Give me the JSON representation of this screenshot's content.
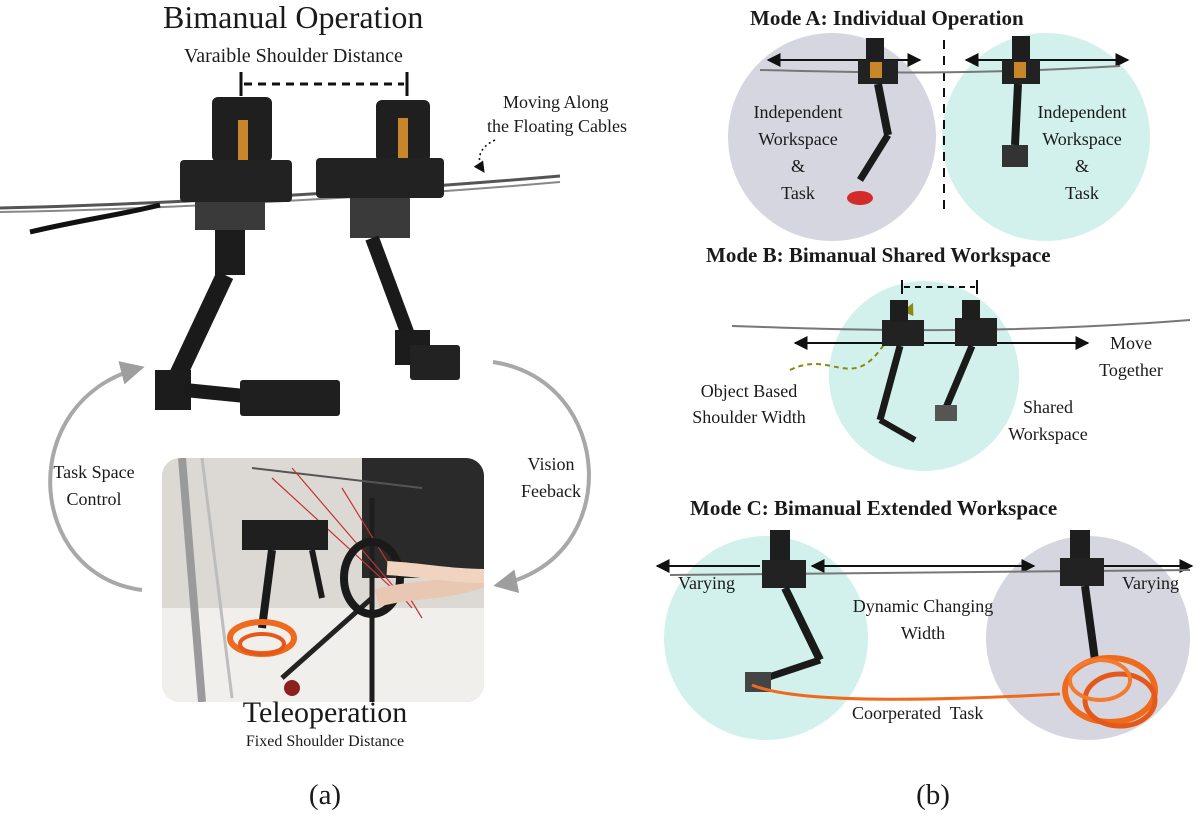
{
  "panel_a": {
    "title": "Bimanual Operation",
    "shoulder_label": "Varaible Shoulder Distance",
    "moving_label_1": "Moving Along",
    "moving_label_2": "the Floating Cables",
    "task_label_1": "Task Space",
    "task_label_2": "Control",
    "vision_label_1": "Vision",
    "vision_label_2": "Feeback",
    "teleop_title": "Teleoperation",
    "teleop_sub": "Fixed Shoulder Distance",
    "caption": "(a)"
  },
  "panel_b": {
    "mode_a": {
      "title": "Mode A: Individual Operation",
      "left_1": "Independent",
      "left_2": "Workspace",
      "left_3": "&",
      "left_4": "Task",
      "right_1": "Independent",
      "right_2": "Workspace",
      "right_3": "&",
      "right_4": "Task"
    },
    "mode_b": {
      "title": "Mode B: Bimanual Shared Workspace",
      "move_1": "Move",
      "move_2": "Together",
      "object_1": "Object Based",
      "object_2": "Shoulder Width",
      "shared_1": "Shared",
      "shared_2": "Workspace"
    },
    "mode_c": {
      "title": "Mode C: Bimanual Extended Workspace",
      "varying_left": "Varying",
      "varying_right": "Varying",
      "dynamic_1": "Dynamic Changing",
      "dynamic_2": "Width",
      "coop": "Coorperated  Task"
    },
    "caption": "(b)"
  },
  "colors": {
    "workspace_gray": "#d6d6e0",
    "workspace_teal": "#d2f1ec",
    "arrow_gray": "#a8a8a8",
    "robot_black": "#1c1c1c",
    "cable_orange": "#f06a1e",
    "dashed_olive": "#8a8a10"
  }
}
